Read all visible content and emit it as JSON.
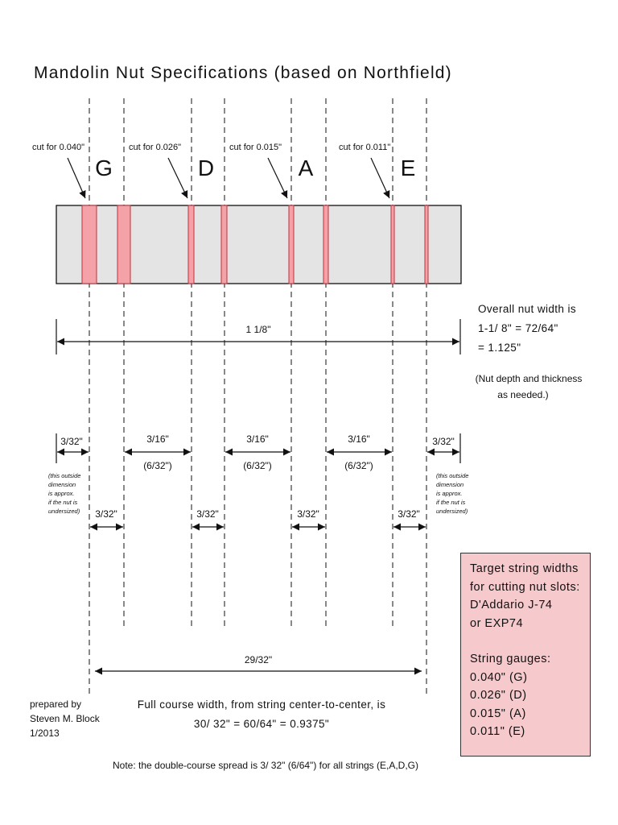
{
  "title": "Mandolin Nut Specifications (based on Northfield)",
  "string_letters": [
    "G",
    "D",
    "A",
    "E"
  ],
  "cut_labels": [
    "cut for 0.040\"",
    "cut for 0.026\"",
    "cut for 0.015\"",
    "cut for 0.011\""
  ],
  "overall": {
    "dimension_label": "1 1/8\"",
    "lines": [
      "Overall nut width is",
      "1-1/ 8\" = 72/64\"",
      "= 1.125\""
    ],
    "depth_lines": [
      "(Nut depth and thickness",
      "as needed.)"
    ]
  },
  "spacing": {
    "outer_left": "3/32\"",
    "outer_right": "3/32\"",
    "gaps": [
      "3/16\"",
      "3/16\"",
      "3/16\""
    ],
    "gaps_alt": [
      "(6/32\")",
      "(6/32\")",
      "(6/32\")"
    ],
    "pair_spread": [
      "3/32\"",
      "3/32\"",
      "3/32\"",
      "3/32\""
    ],
    "outside_note": [
      "(this outside",
      "dimension",
      "is approx.",
      "if the nut is",
      "undersized)"
    ]
  },
  "course": {
    "dimension_label": "29/32\"",
    "lines": [
      "Full course width, from string center-to-center, is",
      "30/ 32\" = 60/64\" = 0.9375\""
    ]
  },
  "prepared": [
    "prepared by",
    "Steven M. Block",
    "1/2013"
  ],
  "footnote": "Note: the double-course spread is 3/ 32\" (6/64\") for all strings (E,A,D,G)",
  "target_box": {
    "lines1": [
      "Target string widths",
      "for cutting nut slots:",
      "D'Addario J-74",
      "or EXP74"
    ],
    "lines2": [
      "String gauges:",
      "0.040\" (G)",
      "0.026\" (D)",
      "0.015\" (A)",
      "0.011\" (E)"
    ]
  },
  "colors": {
    "nut_fill": "#e4e4e4",
    "slot_fill": "#f4a2a8",
    "box_fill": "#f6c9cc"
  }
}
